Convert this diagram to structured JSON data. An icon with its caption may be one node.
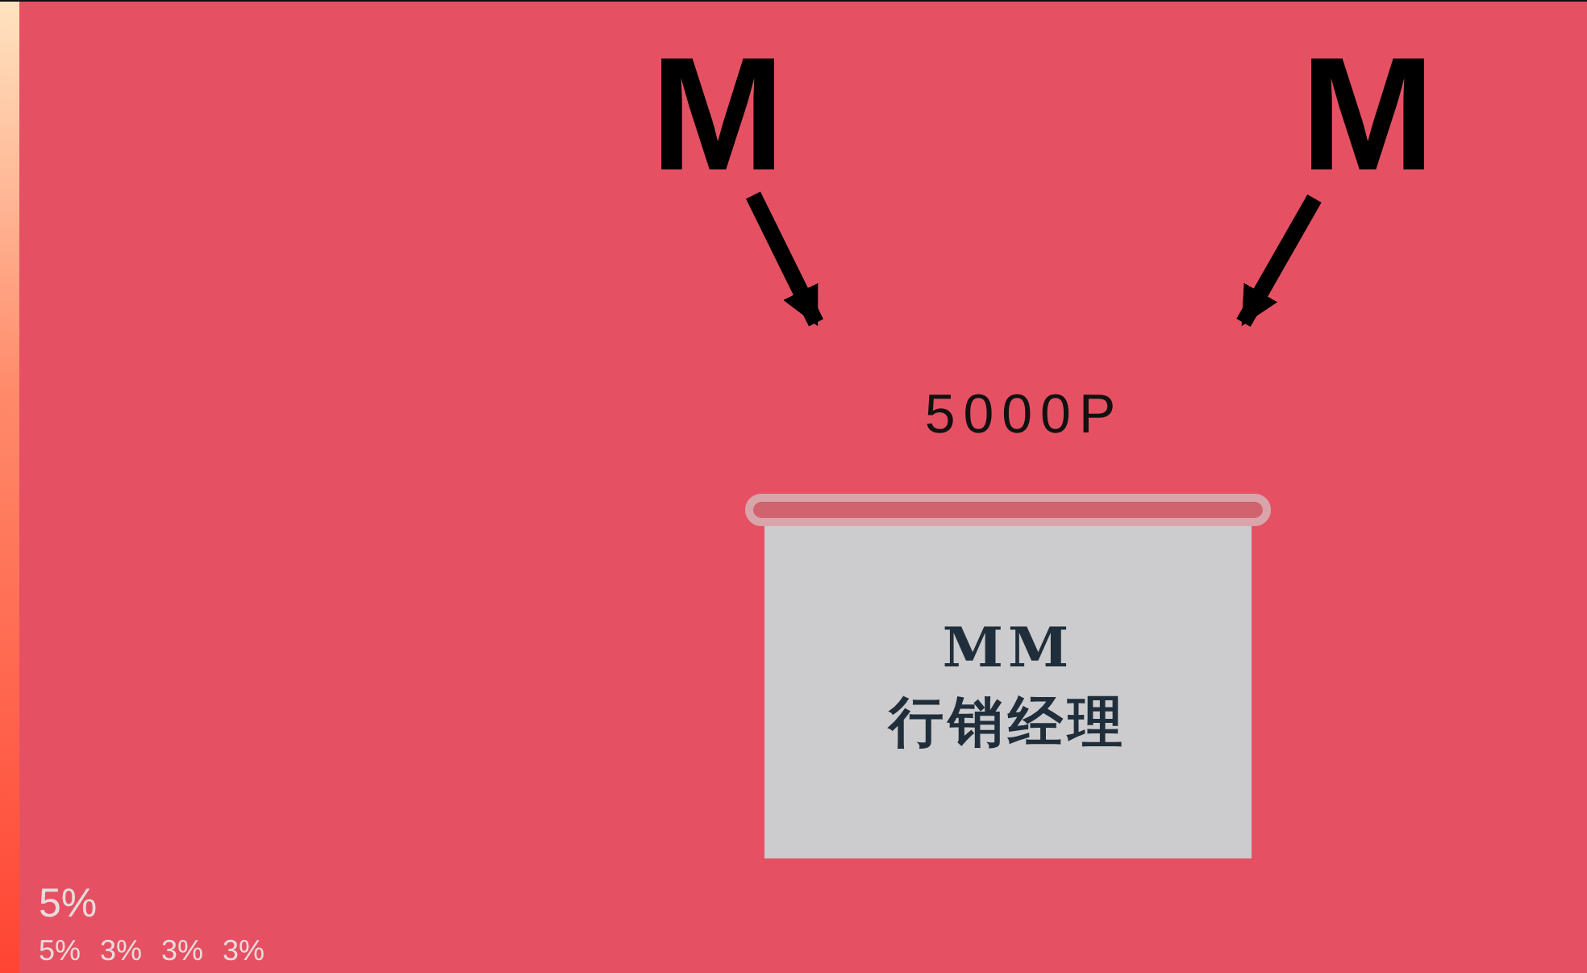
{
  "diagram": {
    "nodes": [
      {
        "text": [
          "M"
        ]
      },
      {
        "text": [
          "M"
        ]
      },
      {
        "text": [
          "5000P"
        ]
      },
      {
        "text": [
          "MM 行销经理"
        ]
      }
    ],
    "edges": [
      {
        "from": 0,
        "to": 2,
        "arrow": "to"
      },
      {
        "from": 1,
        "to": 2,
        "arrow": "to"
      }
    ],
    "labels": [
      "5%",
      "5%",
      "3%",
      "3%",
      "3%"
    ]
  }
}
